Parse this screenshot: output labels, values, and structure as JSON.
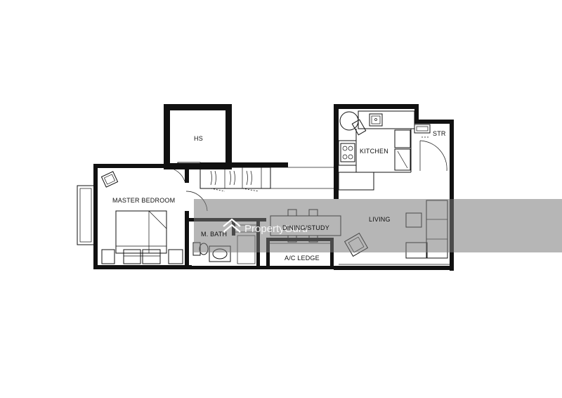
{
  "rooms": {
    "hs": "HS",
    "master_bedroom": "MASTER BEDROOM",
    "kitchen": "KITCHEN",
    "str": "STR",
    "living": "LIVING",
    "m_bath": "M. BATH",
    "dining": "DINING/STUDY",
    "ac_ledge": "A/C LEDGE"
  },
  "watermark": {
    "text": "PropertyGuru"
  }
}
